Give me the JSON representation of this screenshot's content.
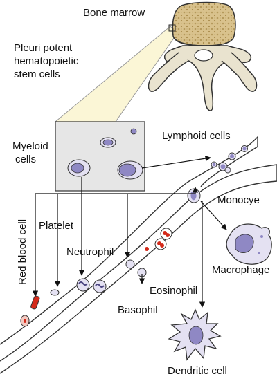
{
  "labels": {
    "bone_marrow": "Bone marrow",
    "stem_line1": "Pleuri potent",
    "stem_line2": "hematopoietic",
    "stem_line3": "stem cells",
    "myeloid_line1": "Myeloid",
    "myeloid_line2": "cells",
    "lymphoid": "Lymphoid cells",
    "monocyte": "Monocye",
    "macrophage": "Macrophage",
    "red_blood_cell": "Red blood cell",
    "platelet": "Platelet",
    "neutrophil": "Neutrophil",
    "eosinophil": "Eosinophil",
    "basophil": "Basophil",
    "dendritic": "Dendritic cell"
  },
  "colors": {
    "bone": "#d9c28d",
    "marrow_box": "#e6e6e6",
    "cell_fill": "#e4e1f2",
    "nucleus": "#8f88c4",
    "rbc": "#d42a1a",
    "zoom_wedge": "#fbf6d6"
  }
}
